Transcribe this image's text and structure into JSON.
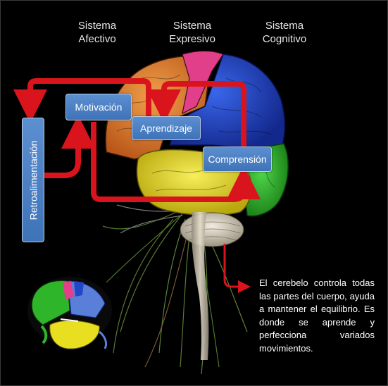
{
  "headings": {
    "afectivo": {
      "line1": "Sistema",
      "line2": "Afectivo"
    },
    "expresivo": {
      "line1": "Sistema",
      "line2": "Expresivo"
    },
    "cognitivo": {
      "line1": "Sistema",
      "line2": "Cognitivo"
    }
  },
  "boxes": {
    "motivacion": "Motivación",
    "aprendizaje": "Aprendizaje",
    "comprension": "Comprensión",
    "retroalimentacion": "Retroalimentación"
  },
  "note": "El cerebelo controla todas las partes del cuerpo, ayuda a mantener el equilibrio. Es donde se aprende y perfecciona variados movimientos.",
  "colors": {
    "background": "#000000",
    "arrow": "#d9141c",
    "box": "#4f81c7",
    "frontal_orange": "#e2822a",
    "motor_pink": "#e23f8a",
    "parietal_blue": "#2246c8",
    "occipital_green": "#2fb52a",
    "temporal_yellow": "#e8df20",
    "cerebellum": "#e4dcc8"
  }
}
